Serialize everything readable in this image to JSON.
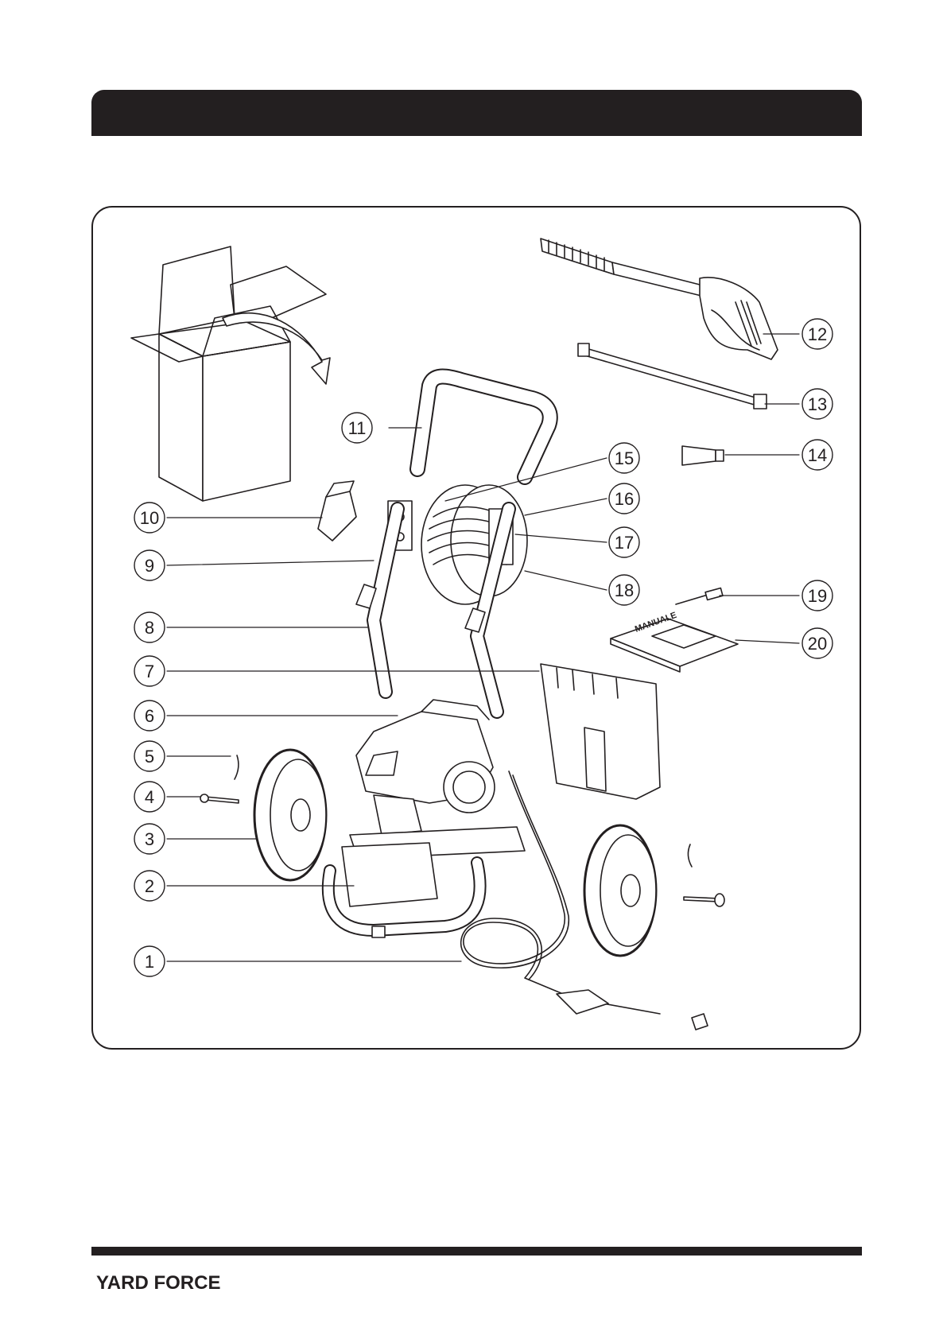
{
  "brand": {
    "logo_text": "YARD FORCE"
  },
  "header": {
    "title": ""
  },
  "manual_cover_text": "MANUALE",
  "callouts": [
    "1",
    "2",
    "3",
    "4",
    "5",
    "6",
    "7",
    "8",
    "9",
    "10",
    "11",
    "12",
    "13",
    "14",
    "15",
    "16",
    "17",
    "18",
    "19",
    "20"
  ],
  "colors": {
    "ink": "#231f20",
    "background": "#ffffff"
  }
}
